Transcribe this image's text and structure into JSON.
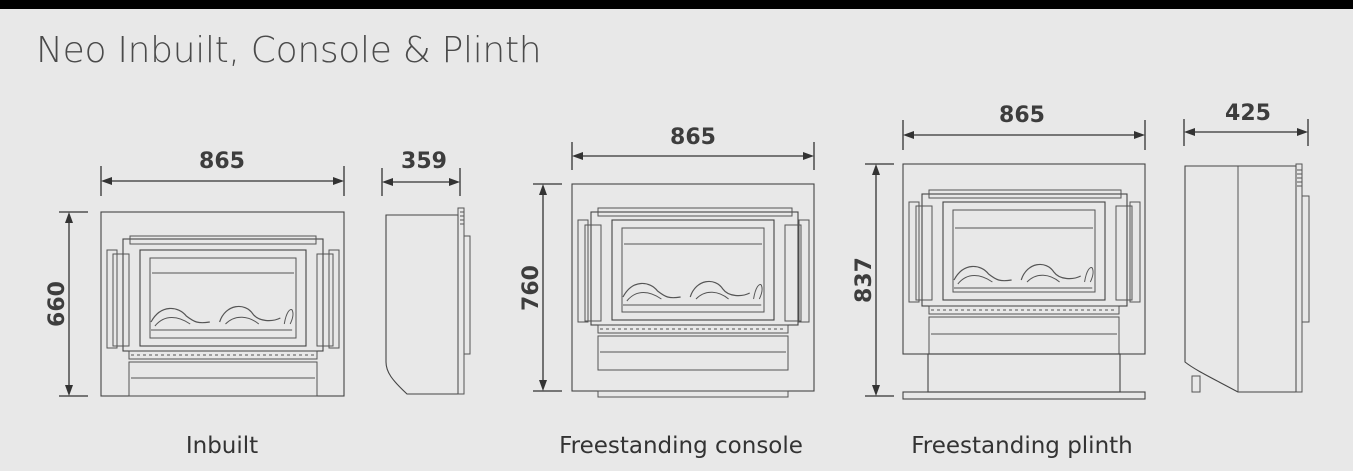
{
  "title": "Neo Inbuilt, Console & Plinth",
  "dimensions": {
    "inbuilt_width": "865",
    "inbuilt_height": "660",
    "inbuilt_depth": "359",
    "console_width": "865",
    "console_height": "760",
    "plinth_width": "865",
    "plinth_height": "837",
    "plinth_depth": "425"
  },
  "captions": {
    "inbuilt": "Inbuilt",
    "console": "Freestanding console",
    "plinth": "Freestanding plinth"
  },
  "colors": {
    "background": "#e8e8e8",
    "frame": "#000000",
    "line": "#333333"
  }
}
